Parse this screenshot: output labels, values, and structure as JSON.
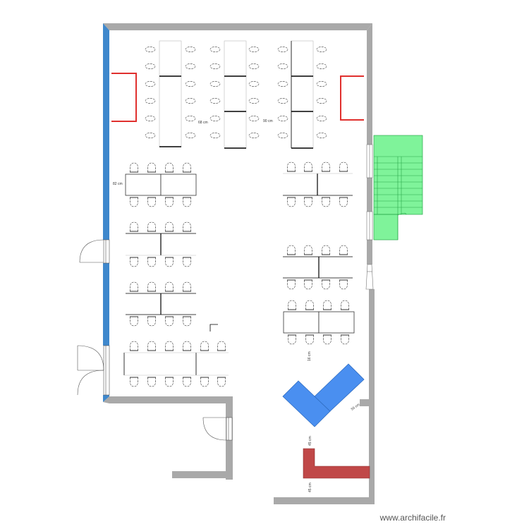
{
  "watermark": "www.archifacile.fr",
  "dimensions": {
    "top_gap_left": "68 cm",
    "top_gap_right": "90 cm",
    "left_gap": "82 cm",
    "right_gap": "16 cm",
    "desk_gap": "55 cm",
    "bottom_gap_1": "45 cm",
    "bottom_gap_2": "45 cm"
  },
  "colors": {
    "wall": "#a9a9a9",
    "window_wall": "#3f88cc",
    "stairs": "#7ff39a",
    "desk": "#4a8ff0",
    "counter": "#c04848",
    "red_frame": "#e0302e"
  }
}
